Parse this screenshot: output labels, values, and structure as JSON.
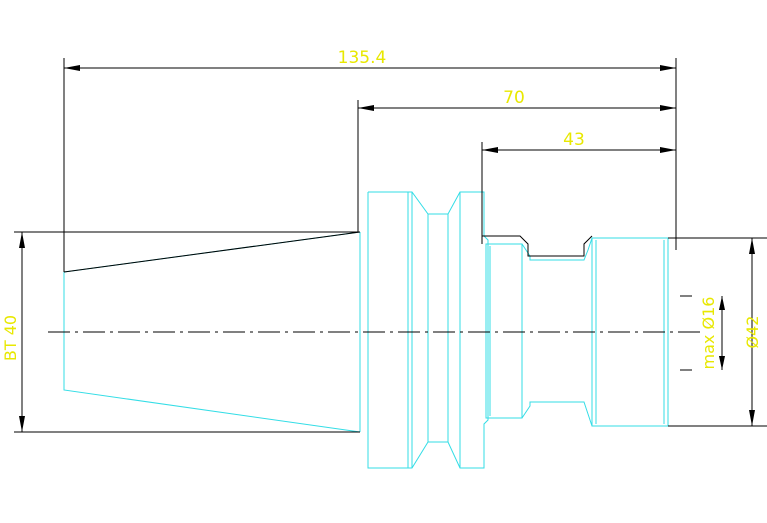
{
  "dimensions": {
    "overall_length": "135.4",
    "flange_to_end": "70",
    "shank_length": "43",
    "taper_label": "BT 40",
    "shank_diameter": "Ø42",
    "max_bore": "max Ø16"
  },
  "colors": {
    "outline": "#33dde6",
    "dimension_text": "#e8e800",
    "dimension_line": "#000000"
  }
}
